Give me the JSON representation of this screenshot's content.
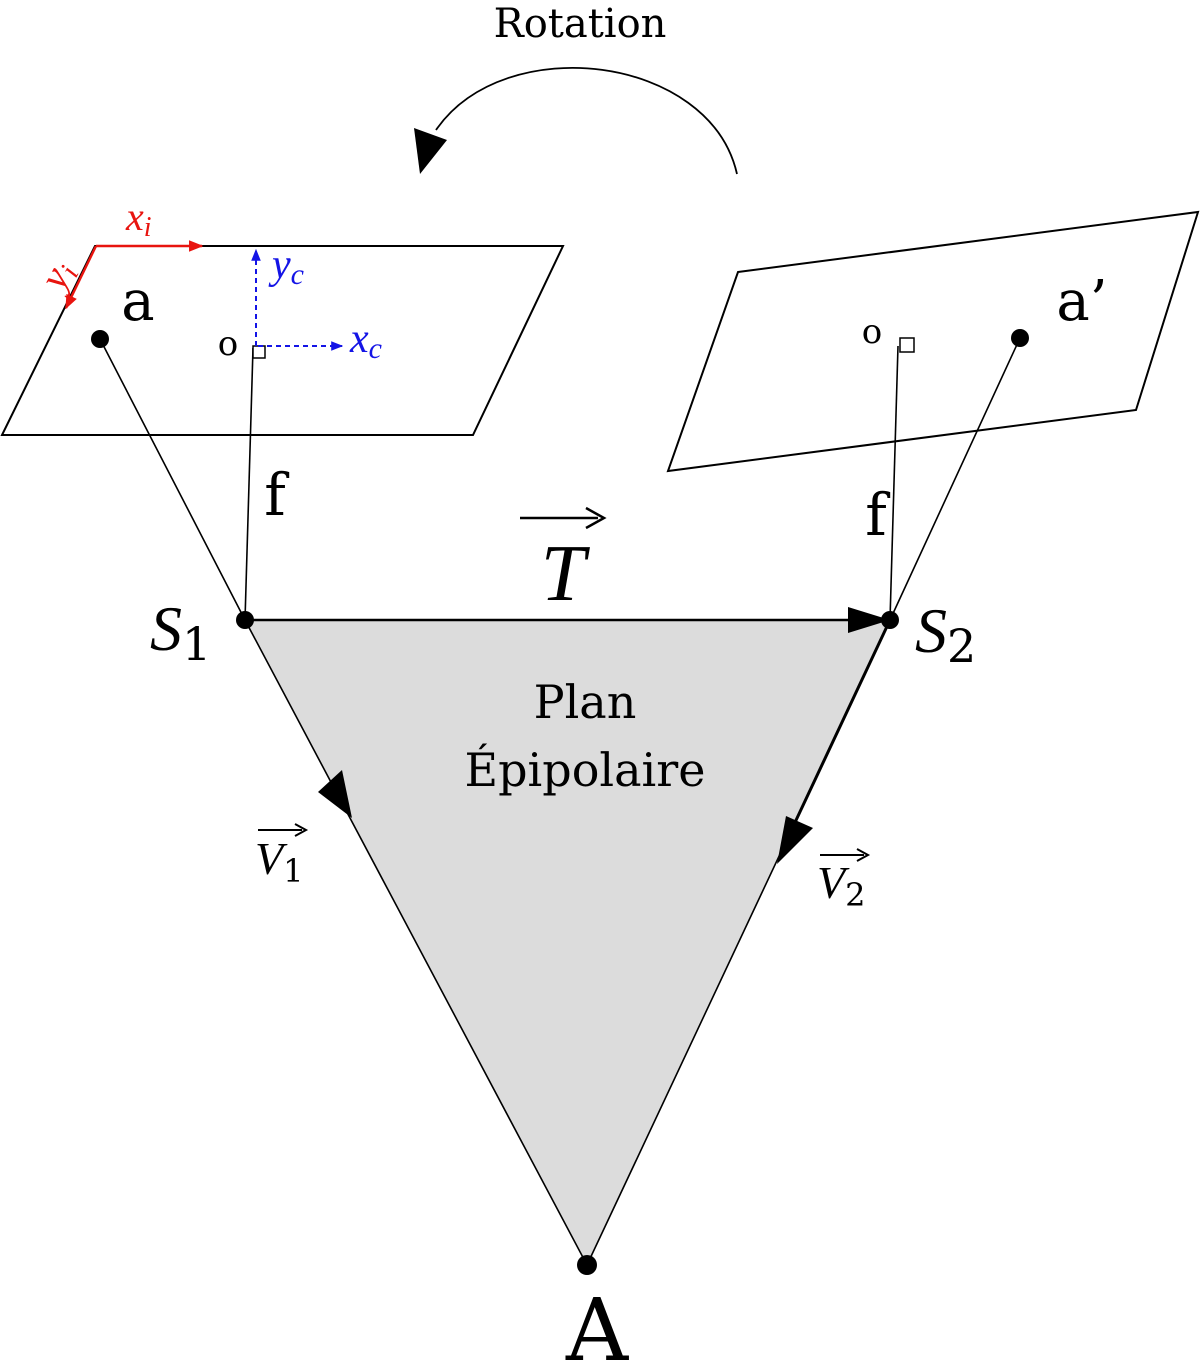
{
  "labels": {
    "rotation": "Rotation",
    "point_a": "a",
    "point_a_prime": "a’",
    "principal_point_left": "o",
    "principal_point_right": "o",
    "focal_left": "f",
    "focal_right": "f",
    "translation": "T",
    "s1_letter": "S",
    "s1_sub": "1",
    "s2_letter": "S",
    "s2_sub": "2",
    "plane_line1": "Plan",
    "plane_line2": "Épipolaire",
    "v1_letter": "V",
    "v1_sub": "1",
    "v2_letter": "V",
    "v2_sub": "2",
    "object_point": "A",
    "xi_letter": "x",
    "xi_sub": "i",
    "yi_letter": "y",
    "yi_sub": "i",
    "xc_letter": "x",
    "xc_sub": "c",
    "yc_letter": "y",
    "yc_sub": "c"
  },
  "colors": {
    "stroke": "#000000",
    "plane_fill": "#dcdcdc",
    "image_axes": "#e8140f",
    "camera_axes": "#1414e6"
  }
}
